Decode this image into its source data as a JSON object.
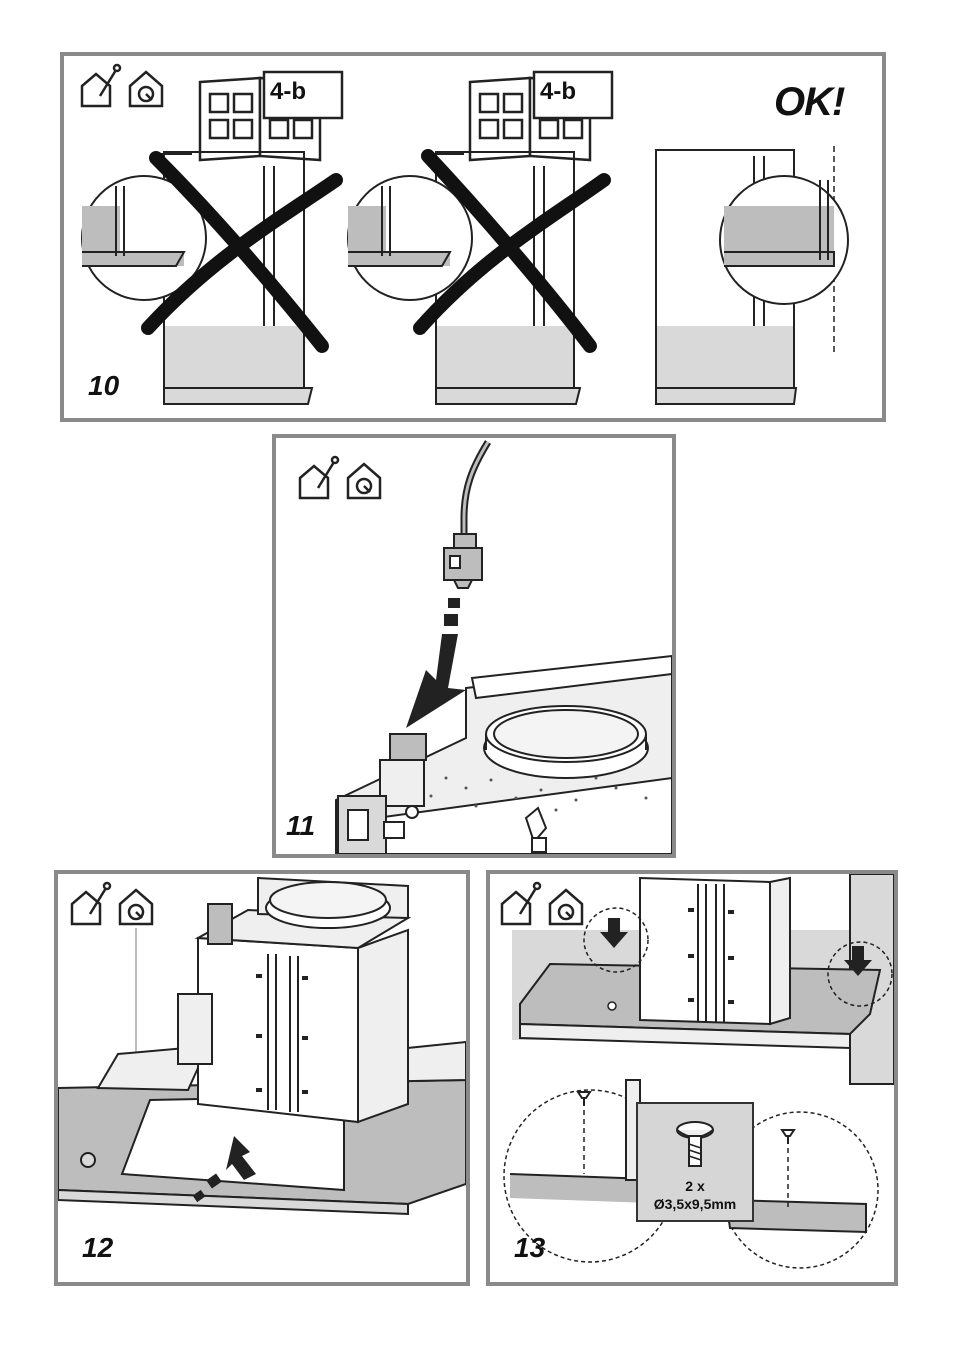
{
  "step10": {
    "number": "10",
    "ref_a": "4-b",
    "ref_b": "4-b",
    "ok": "OK!"
  },
  "step11": {
    "number": "11"
  },
  "step12": {
    "number": "12"
  },
  "step13": {
    "number": "13",
    "screw_qty": "2 x",
    "screw_size": "Ø3,5x9,5mm"
  },
  "icons": [
    "installer-icon",
    "house-icon"
  ],
  "colors": {
    "frame": "#8a8a8a",
    "fill_light": "#d9d9d9",
    "fill_mid": "#bdbdbd",
    "line": "#222222"
  }
}
